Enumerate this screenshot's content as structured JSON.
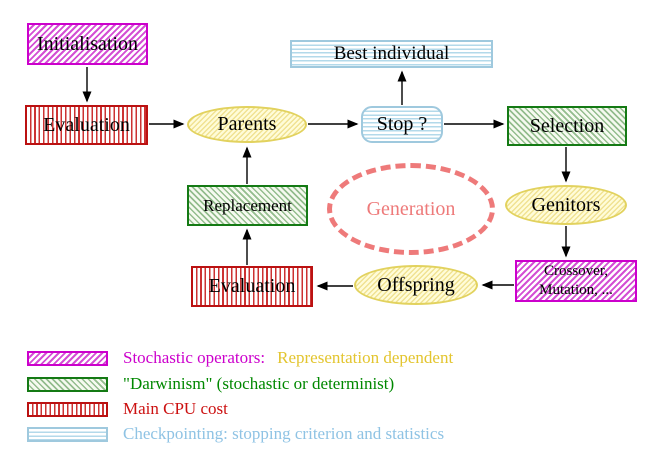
{
  "nodes": {
    "initialisation": "Initialisation",
    "evaluation_top": "Evaluation",
    "parents": "Parents",
    "stop": "Stop ?",
    "best_individual": "Best individual",
    "selection": "Selection",
    "genitors": "Genitors",
    "crossover_line1": "Crossover,",
    "crossover_line2": "Mutation, ...",
    "offspring": "Offspring",
    "evaluation_bottom": "Evaluation",
    "replacement": "Replacement",
    "generation": "Generation"
  },
  "legend": {
    "stochastic_label": "Stochastic operators:",
    "stochastic_extra": "Representation dependent",
    "darwinism_label": "\"Darwinism\" (stochastic or determinist)",
    "cpu_label": "Main CPU cost",
    "checkpoint_label": "Checkpointing: stopping criterion and statistics"
  },
  "colors": {
    "stochastic_magenta": "#cc00cc",
    "representation_yellow": "#e3c52f",
    "darwinism_green": "#008800",
    "cpu_red": "#cc1111",
    "checkpoint_blue": "#8fc3e4",
    "generation_salmon": "#ee7a7a",
    "node_yellow_border": "#e2d25e",
    "arrow_black": "#000000"
  }
}
